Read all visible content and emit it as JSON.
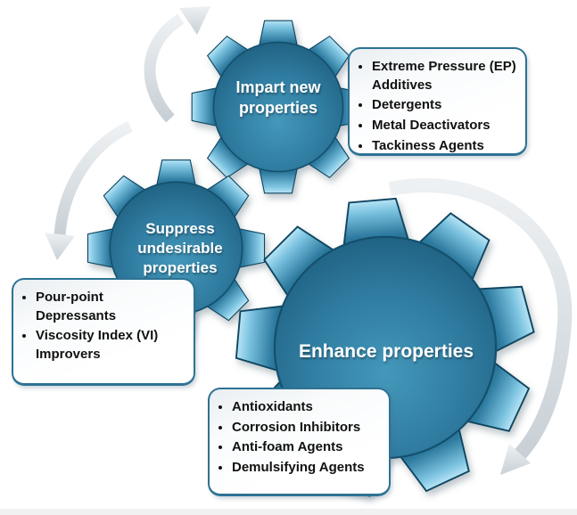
{
  "diagram": {
    "gears": {
      "impart": {
        "label": "Impart new properties",
        "items": [
          "Extreme Pressure (EP) Additives",
          "Detergents",
          "Metal Deactivators",
          "Tackiness Agents"
        ]
      },
      "suppress": {
        "label": "Suppress undesirable properties",
        "items": [
          "Pour-point Depressants",
          "Viscosity Index (VI) Improvers"
        ]
      },
      "enhance": {
        "label": "Enhance properties",
        "items": [
          "Antioxidants",
          "Corrosion Inhibitors",
          "Anti-foam Agents",
          "Demulsifying Agents"
        ]
      }
    },
    "colors": {
      "gear_body_light": "#4498ba",
      "gear_body_mid": "#2a7294",
      "gear_body_dark": "#1d5d7d",
      "tooth_highlight": "#b8e4f5",
      "tooth_dark": "#12506e",
      "box_border": "#2d7294",
      "arrow_light": "#eef1f3",
      "arrow_gray": "#c8d0d6",
      "label_text": "#ffffff",
      "bullet_text": "#111111"
    }
  }
}
